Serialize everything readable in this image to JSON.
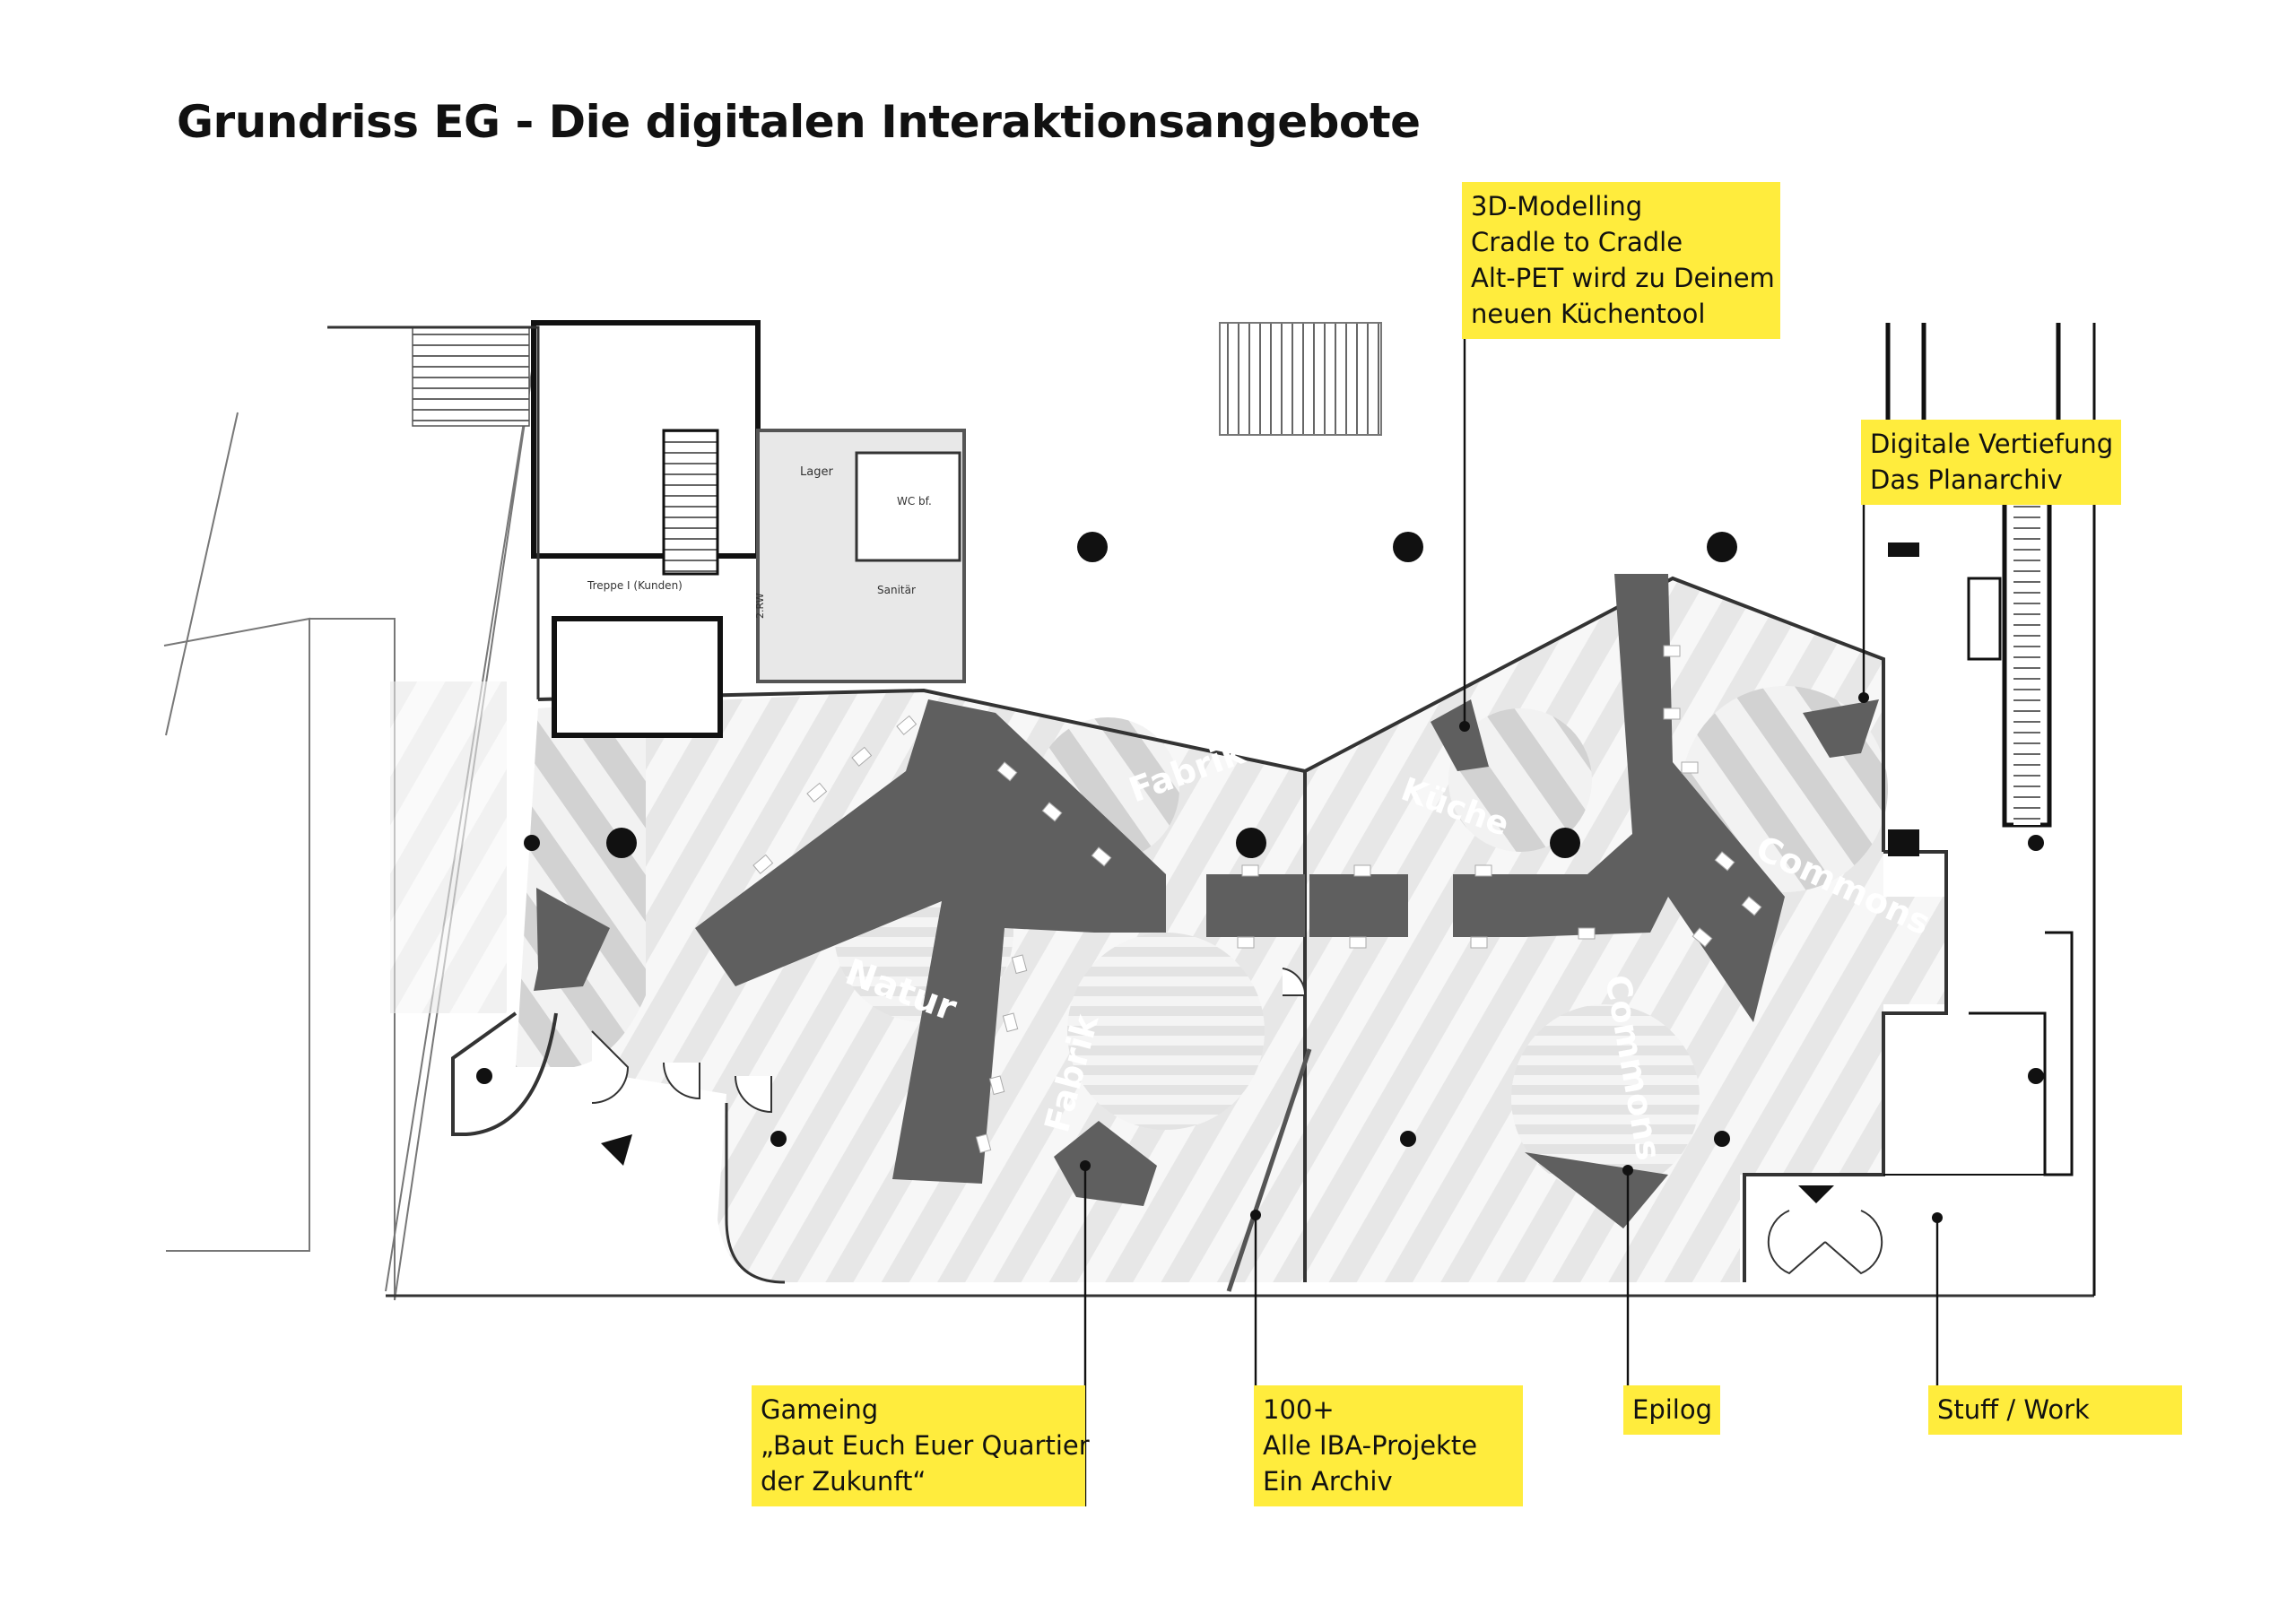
{
  "title": "Grundriss EG - Die digitalen Interaktionsangebote",
  "rooms": {
    "lager": "Lager",
    "wc": "WC bf.",
    "sanitaer": "Sanitär",
    "treppe": "Treppe I (Kunden)",
    "rw": "2.RW"
  },
  "zones": {
    "natur": "Natur",
    "fabrik_top": "Fabrik",
    "fabrik_side": "Fabrik",
    "kueche": "Küche",
    "commons_right": "Commons",
    "commons_lower": "Commons"
  },
  "callouts": {
    "modelling": [
      "3D-Modelling",
      "Cradle to Cradle",
      "Alt-PET wird zu Deinem",
      "neuen Küchentool"
    ],
    "vertiefung": [
      "Digitale Vertiefung",
      "Das Planarchiv"
    ],
    "gameing": [
      "Gameing",
      "„Baut Euch Euer Quartier",
      "der Zukunft“"
    ],
    "archiv": [
      "100+",
      "Alle IBA-Projekte",
      "Ein Archiv"
    ],
    "epilog": [
      "Epilog"
    ],
    "stuff": [
      "Stuff / Work"
    ]
  },
  "colors": {
    "callout_bg": "#ffec3d",
    "furniture": "#5f5f5f",
    "floor_stripe": "#e9e9e9",
    "wall": "#111111"
  }
}
